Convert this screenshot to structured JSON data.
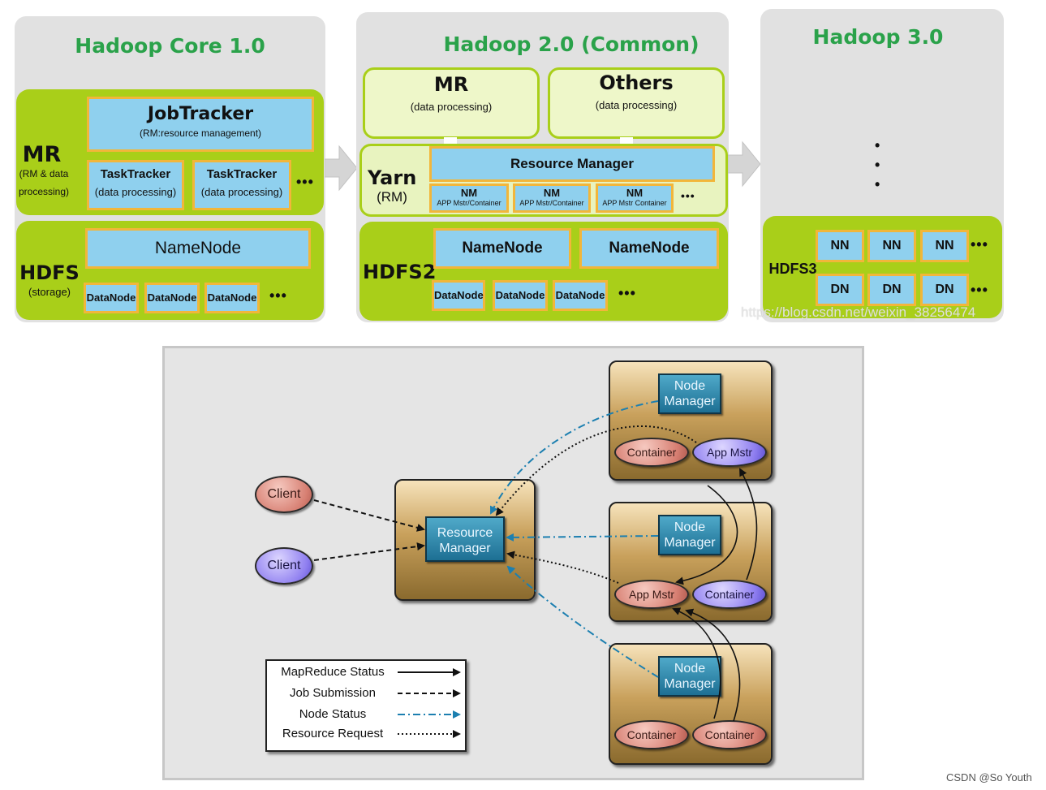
{
  "top": {
    "hadoop1": {
      "title": "Hadoop Core 1.0",
      "mr": {
        "label": "MR",
        "sub": "(RM & data processing)"
      },
      "jobtracker": {
        "title": "JobTracker",
        "sub": "(RM:resource management)"
      },
      "tasktrackers": [
        {
          "title": "TaskTracker",
          "sub": "(data processing)"
        },
        {
          "title": "TaskTracker",
          "sub": "(data processing)"
        }
      ],
      "more_mr": "•••",
      "hdfs": {
        "label": "HDFS",
        "sub": "(storage)"
      },
      "namenode": "NameNode",
      "datanodes": [
        "DataNode",
        "DataNode",
        "DataNode"
      ],
      "more_dn": "•••"
    },
    "hadoop2": {
      "title": "Hadoop 2.0 (Common)",
      "mr": {
        "title": "MR",
        "sub": "(data processing)"
      },
      "others": {
        "title": "Others",
        "sub": "(data processing)"
      },
      "yarn": {
        "label": "Yarn",
        "sub": "(RM)"
      },
      "resource_manager": "Resource Manager",
      "nms": [
        {
          "title": "NM",
          "sub": "APP Mstr/Container"
        },
        {
          "title": "NM",
          "sub": "APP Mstr/Container"
        },
        {
          "title": "NM",
          "sub": "APP Mstr Container"
        }
      ],
      "more_nm": "•••",
      "hdfs": {
        "label": "HDFS2"
      },
      "namenodes": [
        "NameNode",
        "NameNode"
      ],
      "datanodes": [
        "DataNode",
        "DataNode",
        "DataNode"
      ],
      "more_dn": "•••"
    },
    "hadoop3": {
      "title": "Hadoop 3.0",
      "vdots": [
        "•",
        "•",
        "•"
      ],
      "hdfs": {
        "label": "HDFS3"
      },
      "nn": [
        "NN",
        "NN",
        "NN"
      ],
      "dn": [
        "DN",
        "DN",
        "DN"
      ],
      "more_nn": "•••",
      "more_dn": "•••",
      "watermark": "https://blog.csdn.net/weixin_38256474"
    }
  },
  "yarn_diagram": {
    "clients": [
      "Client",
      "Client"
    ],
    "resource_manager": "Resource Manager",
    "node_managers": [
      "Node Manager",
      "Node Manager",
      "Node Manager"
    ],
    "node1": {
      "left": "Container",
      "right": "App Mstr"
    },
    "node2": {
      "left": "App Mstr",
      "right": "Container"
    },
    "node3": {
      "left": "Container",
      "right": "Container"
    },
    "legend": [
      {
        "label": "MapReduce Status"
      },
      {
        "label": "Job Submission"
      },
      {
        "label": "Node Status"
      },
      {
        "label": "Resource Request"
      }
    ]
  },
  "footer": {
    "credit": "CSDN @So Youth"
  },
  "colors": {
    "green": "#a9cf19",
    "title_green": "#2aa24a",
    "blue_box": "#8fd0ee",
    "orange_border": "#f2b63a",
    "arrow_teal": "#1c7fb0"
  }
}
